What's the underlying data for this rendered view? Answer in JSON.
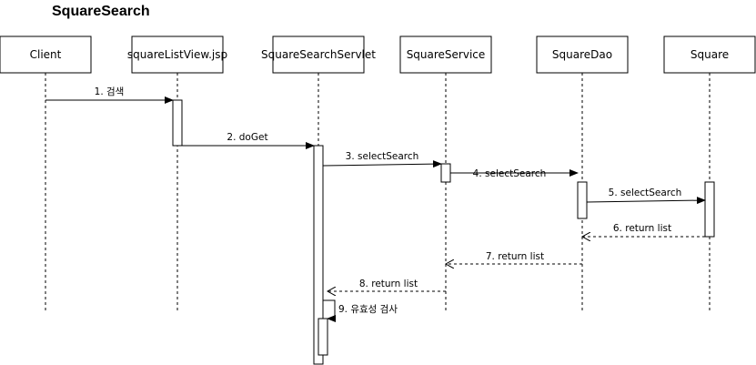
{
  "title": "SquareSearch",
  "participants": [
    {
      "id": "client",
      "label": "Client"
    },
    {
      "id": "view",
      "label": "squareListView.jsp"
    },
    {
      "id": "servlet",
      "label": "SquareSearchServlet"
    },
    {
      "id": "service",
      "label": "SquareService"
    },
    {
      "id": "dao",
      "label": "SquareDao"
    },
    {
      "id": "square",
      "label": "Square"
    }
  ],
  "messages": [
    {
      "label": "1. 검색",
      "from": "client",
      "to": "view",
      "kind": "sync"
    },
    {
      "label": "2. doGet",
      "from": "view",
      "to": "servlet",
      "kind": "sync"
    },
    {
      "label": "3. selectSearch",
      "from": "servlet",
      "to": "service",
      "kind": "sync"
    },
    {
      "label": "4. selectSearch",
      "from": "service",
      "to": "dao",
      "kind": "sync"
    },
    {
      "label": "5. selectSearch",
      "from": "dao",
      "to": "square",
      "kind": "sync"
    },
    {
      "label": "6. return list",
      "from": "square",
      "to": "dao",
      "kind": "return"
    },
    {
      "label": "7. return list",
      "from": "dao",
      "to": "service",
      "kind": "return"
    },
    {
      "label": "8. return list",
      "from": "service",
      "to": "servlet",
      "kind": "return"
    },
    {
      "label": "9. 유효성 검사",
      "from": "servlet",
      "to": "servlet",
      "kind": "self"
    }
  ]
}
